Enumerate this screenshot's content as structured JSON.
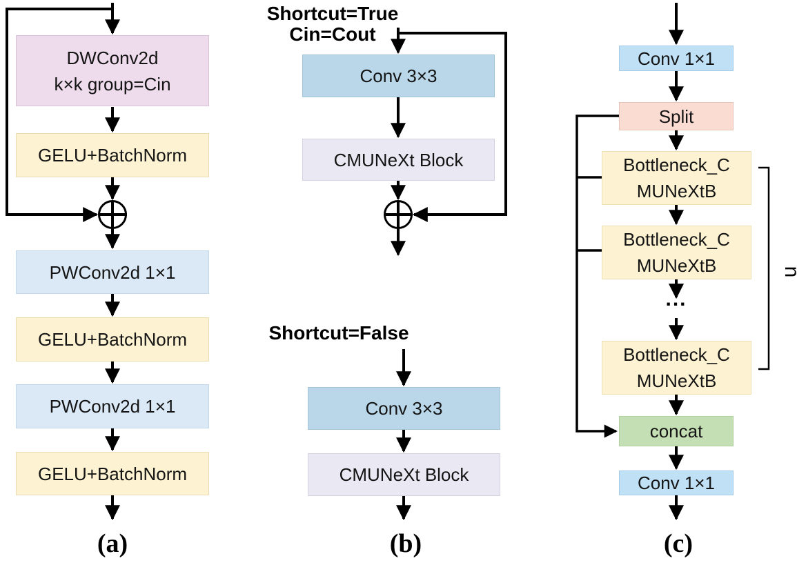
{
  "figure": {
    "type": "architecture-diagram",
    "panels": [
      "a",
      "b",
      "c"
    ]
  },
  "colors": {
    "background": "#ffffff",
    "wire": "#000000",
    "block_pink": "#eedbec",
    "block_yellow": "#fdf3d3",
    "block_lightblue": "#dbe9f6",
    "block_steelblue": "#b9d7e9",
    "block_lavender": "#eae8f2",
    "block_skyblue": "#c0e0f6",
    "block_salmon": "#fadcd3",
    "block_cream": "#fdf2d2",
    "block_green": "#c5dfb4"
  },
  "icons": {
    "add_operator": "circle-plus"
  },
  "panel_a": {
    "caption": "(a)",
    "dwconv": {
      "line1": "DWConv2d",
      "line2": "k×k group=Cin"
    },
    "gelu1": {
      "label": "GELU+BatchNorm"
    },
    "pwconv1": {
      "label": "PWConv2d 1×1"
    },
    "gelu2": {
      "label": "GELU+BatchNorm"
    },
    "pwconv2": {
      "label": "PWConv2d 1×1"
    },
    "gelu3": {
      "label": "GELU+BatchNorm"
    }
  },
  "panel_b": {
    "caption": "(b)",
    "shortcut_true_heading": "Shortcut=True",
    "cin_cout_heading": "Cin=Cout",
    "shortcut_false_heading": "Shortcut=False",
    "true_conv": {
      "label": "Conv 3×3"
    },
    "true_block": {
      "label": "CMUNeXt Block"
    },
    "false_conv": {
      "label": "Conv 3×3"
    },
    "false_block": {
      "label": "CMUNeXt Block"
    }
  },
  "panel_c": {
    "caption": "(c)",
    "conv_in": {
      "label": "Conv 1×1"
    },
    "split": {
      "label": "Split"
    },
    "bottleneck": {
      "line1": "Bottleneck_C",
      "line2": "MUNeXtB"
    },
    "ellipsis": "...",
    "concat": {
      "label": "concat"
    },
    "conv_out": {
      "label": "Conv 1×1"
    },
    "repeat_count_label": "n"
  }
}
